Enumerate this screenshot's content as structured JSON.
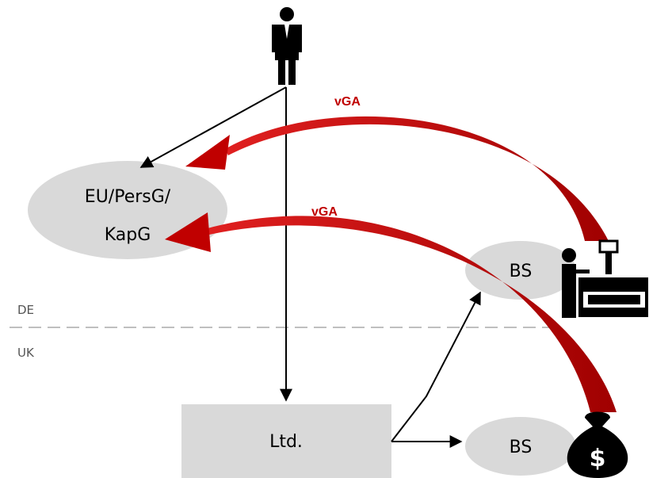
{
  "nodes": {
    "parent_entity": {
      "line1": "EU/PersG/",
      "line2": "KapG"
    },
    "ltd": {
      "label": "Ltd."
    },
    "bs_de": {
      "label": "BS"
    },
    "bs_uk": {
      "label": "BS"
    }
  },
  "flows": {
    "vga_upper": {
      "label": "vGA"
    },
    "vga_lower": {
      "label": "vGA"
    }
  },
  "border": {
    "top_label": "DE",
    "bottom_label": "UK"
  },
  "icons": {
    "shareholder": "person-icon",
    "factory_worker": "factory-worker-icon",
    "money_bag": "money-bag-icon"
  },
  "colors": {
    "node_fill": "#d9d9d9",
    "vga_arrow": "#c00000",
    "vga_text": "#c00000",
    "border_line": "#bfbfbf"
  }
}
